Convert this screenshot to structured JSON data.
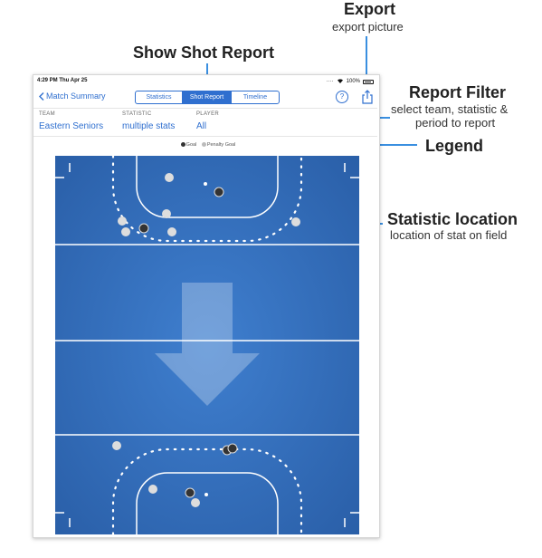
{
  "callouts": {
    "export": {
      "title": "Export",
      "sub": "export picture"
    },
    "show_shot_report": {
      "title": "Show Shot Report"
    },
    "report_filter": {
      "title": "Report Filter",
      "sub1": "select team, statistic &",
      "sub2": "period to report"
    },
    "legend": {
      "title": "Legend"
    },
    "statistic_location": {
      "title": "Statistic location",
      "sub": "location of stat on field"
    }
  },
  "statusbar": {
    "time": "4:29 PM  Thu Apr 25",
    "battery": "100%"
  },
  "navbar": {
    "back_label": "Match Summary",
    "tabs": [
      {
        "label": "Statistics",
        "selected": false
      },
      {
        "label": "Shot Report",
        "selected": true
      },
      {
        "label": "Timeline",
        "selected": false
      }
    ],
    "help_label": "?"
  },
  "filter": {
    "team": {
      "label": "TEAM",
      "value": "Eastern Seniors"
    },
    "statistic": {
      "label": "STATISTIC",
      "value": "multiple stats"
    },
    "player": {
      "label": "PLAYER",
      "value": "All"
    }
  },
  "legend": {
    "items": [
      {
        "label": "Goal",
        "color": "#333333"
      },
      {
        "label": "Penalty Goal",
        "color": "#bbbbbb"
      }
    ]
  },
  "colors": {
    "accent": "#3a8fe0",
    "ios_blue": "#2f6fcf",
    "field_blue": "#2f6bb8",
    "goal_marker": "#333333",
    "penalty_goal_marker": "#dddddd"
  },
  "direction_arrow": "arrow-down-icon"
}
